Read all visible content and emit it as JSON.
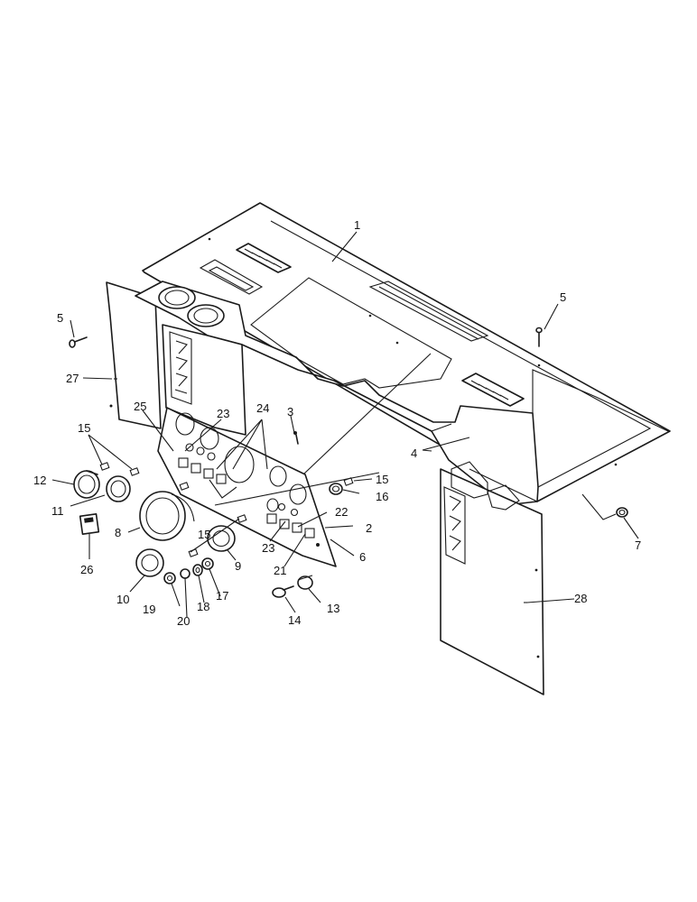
{
  "callouts": {
    "c1": "1",
    "c2": "2",
    "c3": "3",
    "c4": "4",
    "c5a": "5",
    "c5b": "5",
    "c6": "6",
    "c7": "7",
    "c8": "8",
    "c9": "9",
    "c10": "10",
    "c11": "11",
    "c12": "12",
    "c13": "13",
    "c14": "14",
    "c15a": "15",
    "c15b": "15",
    "c15c": "15",
    "c16": "16",
    "c17": "17",
    "c18": "18",
    "c19": "19",
    "c20": "20",
    "c21": "21",
    "c22": "22",
    "c23a": "23",
    "c23b": "23",
    "c24": "24",
    "c25": "25",
    "c26": "26",
    "c27": "27",
    "c28": "28"
  }
}
